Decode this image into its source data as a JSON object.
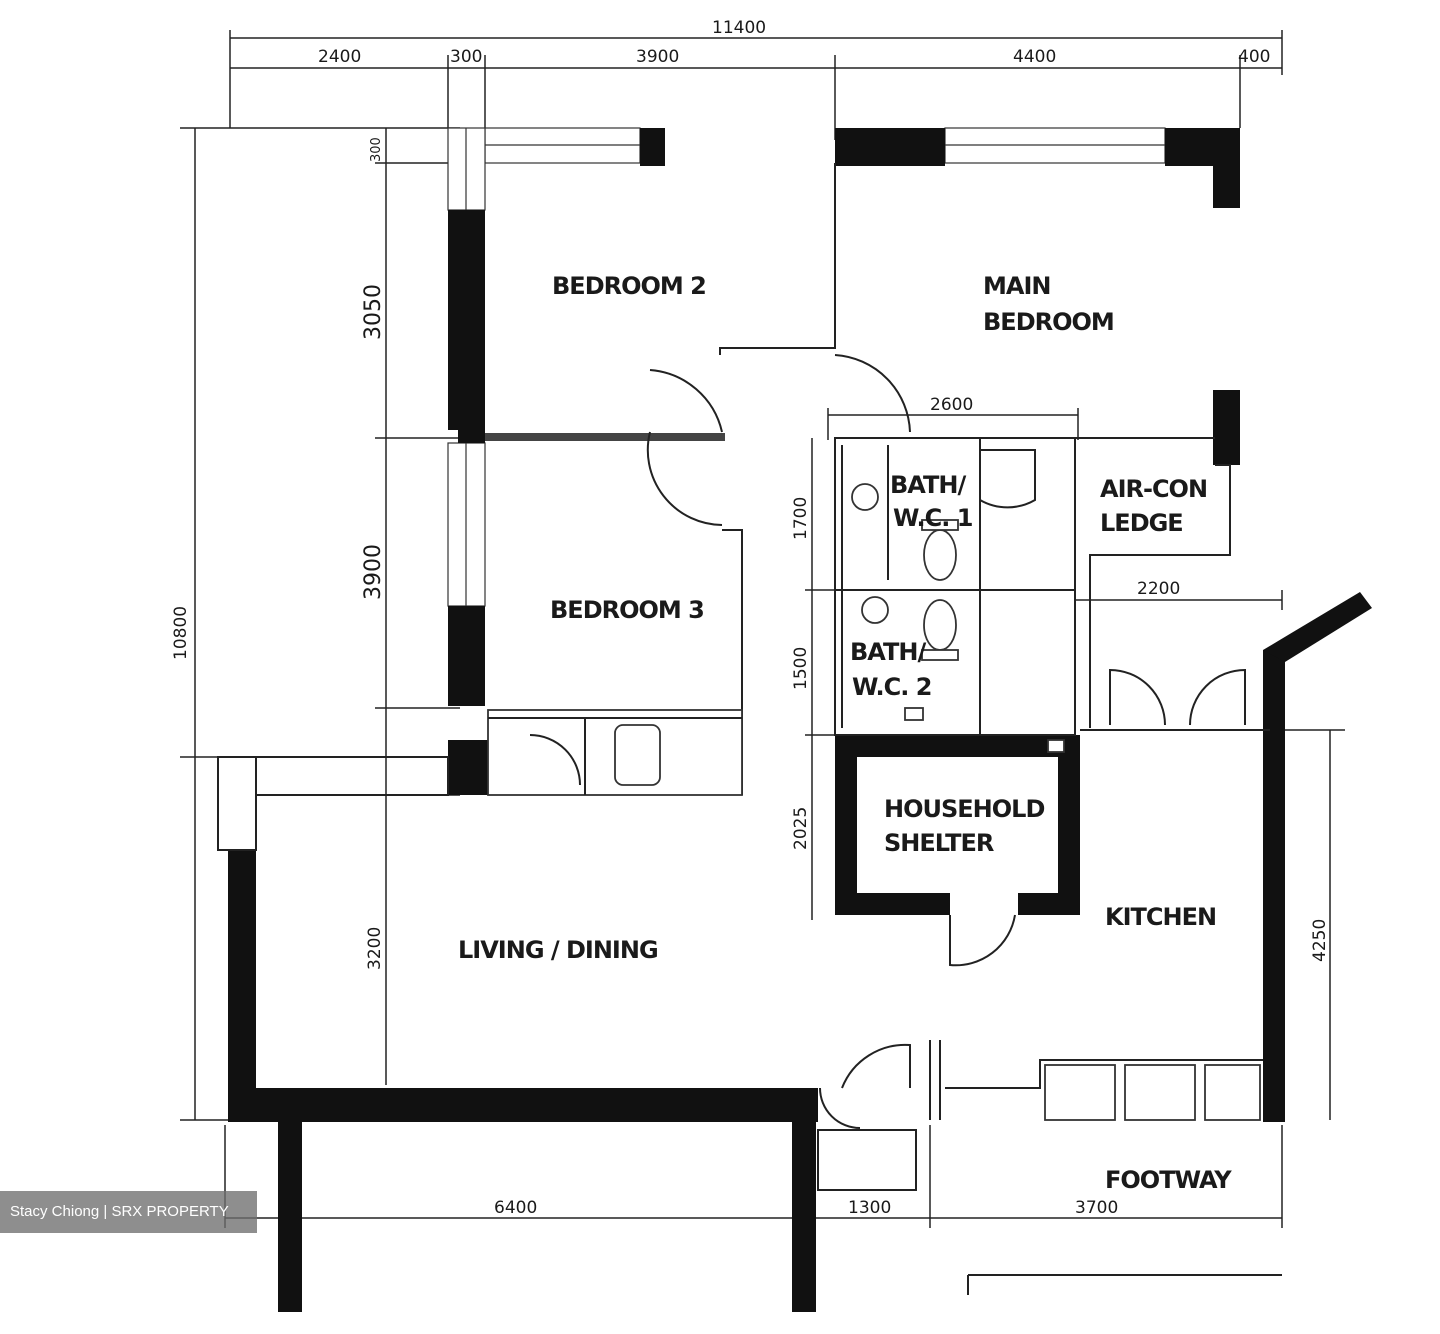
{
  "rooms": {
    "bedroom2": "BEDROOM 2",
    "main_bedroom_line1": "MAIN",
    "main_bedroom_line2": "BEDROOM",
    "bedroom3": "BEDROOM 3",
    "bath1_line1": "BATH/",
    "bath1_line2": "W.C. 1",
    "bath2_line1": "BATH/",
    "bath2_line2": "W.C. 2",
    "aircon_line1": "AIR-CON",
    "aircon_line2": "LEDGE",
    "shelter_line1": "HOUSEHOLD",
    "shelter_line2": "SHELTER",
    "kitchen": "KITCHEN",
    "living": "LIVING / DINING",
    "footway": "FOOTWAY"
  },
  "dimensions": {
    "overall_width": "11400",
    "top_2400": "2400",
    "top_300": "300",
    "top_3900": "3900",
    "top_4400": "4400",
    "top_400": "400",
    "left_overall": "10800",
    "left_300": "300",
    "left_3050": "3050",
    "left_3900": "3900",
    "left_3200": "3200",
    "inner_2600": "2600",
    "inner_2200": "2200",
    "inner_1700": "1700",
    "inner_1500": "1500",
    "inner_2025": "2025",
    "right_4250": "4250",
    "bottom_6400": "6400",
    "bottom_1300": "1300",
    "bottom_3700": "3700"
  },
  "watermark": "Stacy Chiong | SRX PROPERTY"
}
